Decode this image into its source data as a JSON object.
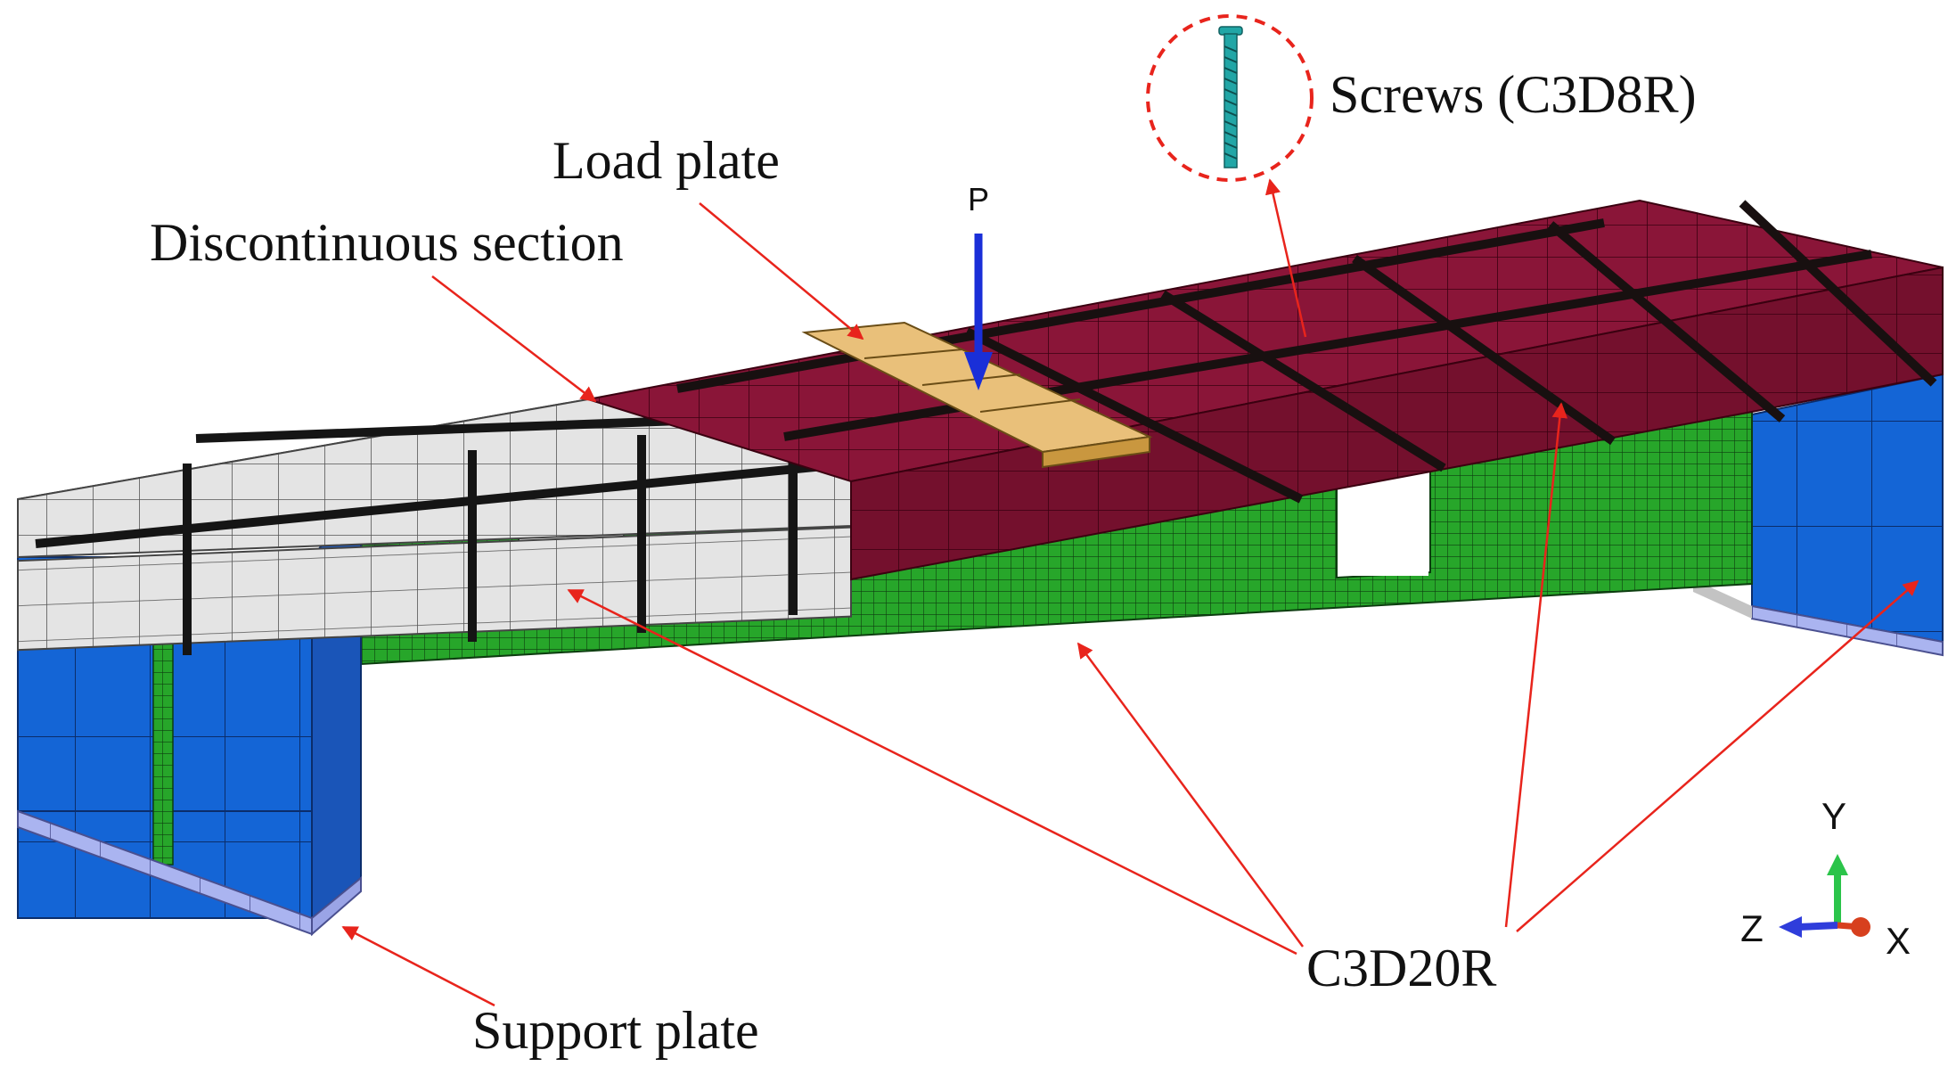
{
  "labels": {
    "screws": "Screws (C3D8R)",
    "load_plate": "Load plate",
    "discontinuous": "Discontinuous section",
    "load": "P",
    "element": "C3D20R",
    "support_plate": "Support plate"
  },
  "axes": {
    "y": "Y",
    "z": "Z",
    "x": "X"
  },
  "colors": {
    "deck_discontinuous": "#e4e4e4",
    "deck": "#8a1538",
    "web": "#27a62a",
    "support_block": "#1465d6",
    "support_plate": "#aab4f0",
    "load_plate": "#e9c07a",
    "screw": "#21a6a6",
    "leader": "#e8241c",
    "load_arrow": "#1a2fd8",
    "axis_y": "#2bc44a",
    "axis_z": "#2f3ddb",
    "axis_x": "#d7401e"
  },
  "icons": {
    "screw": "screw-icon",
    "load_arrow": "down-arrow-icon",
    "triad": "axis-triad-icon"
  }
}
